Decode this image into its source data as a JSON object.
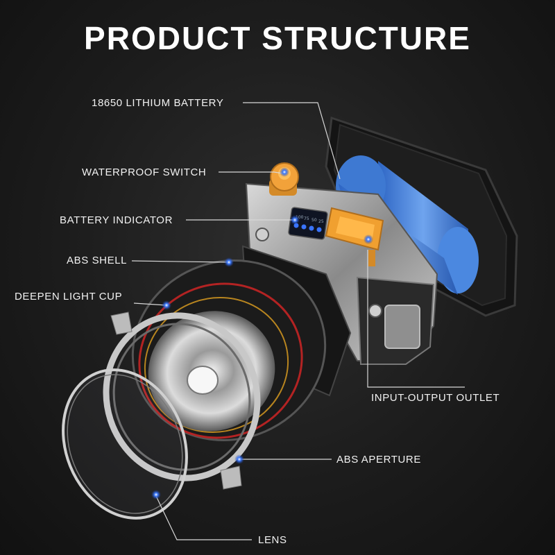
{
  "title": "PRODUCT STRUCTURE",
  "callouts": {
    "battery": "18650 LITHIUM BATTERY",
    "switch": "WATERPROOF SWITCH",
    "indicator": "BATTERY INDICATOR",
    "shell": "ABS SHELL",
    "cup": "DEEPEN LIGHT CUP",
    "outlet": "INPUT-OUTPUT OUTLET",
    "aperture": "ABS APERTURE",
    "lens": "LENS"
  },
  "indicator_levels": [
    "100",
    "75",
    "50",
    "25"
  ],
  "colors": {
    "accent_orange": "#f2a23a",
    "battery_blue": "#3f7fd6",
    "marker_blue": "#2f6bff",
    "leader_line": "#d8d8d8"
  }
}
